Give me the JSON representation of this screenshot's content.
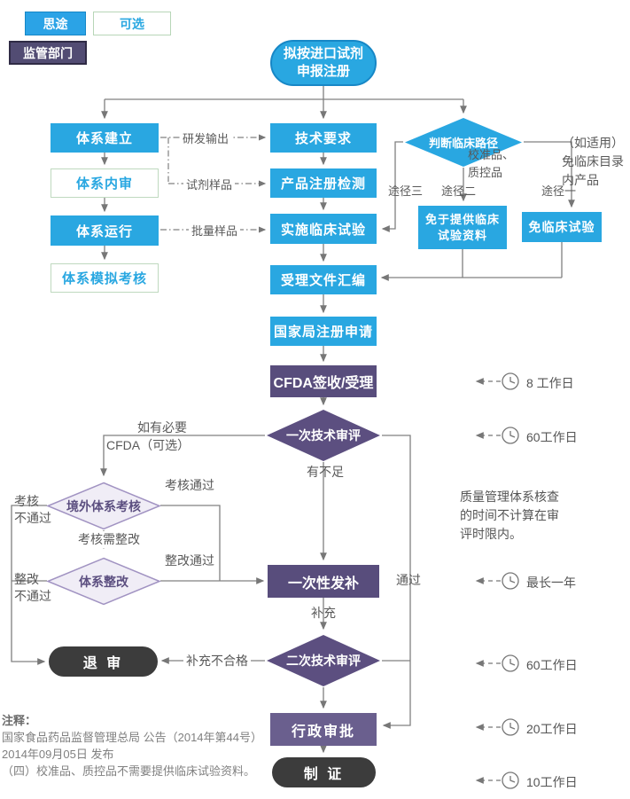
{
  "legend": {
    "situ": "思途",
    "optional": "可选",
    "regulator": "监管部门"
  },
  "nodes": {
    "start_l1": "拟按进口试剂",
    "start_l2": "申报注册",
    "tx_jianli": "体系建立",
    "tx_neishen": "体系内审",
    "tx_yunxing": "体系运行",
    "tx_moni": "体系模拟考核",
    "jishu": "技术要求",
    "jiance": "产品注册检测",
    "shishi": "实施临床试验",
    "shouli": "受理文件汇编",
    "guojiaju": "国家局注册申请",
    "cfda": "CFDA签收/受理",
    "panduan": "判断临床路径",
    "mianyu": "免于提供临床\n试验资料",
    "mianlinchuang": "免临床试验",
    "yici_shenping": "一次技术审评",
    "yicixing_fabu": "一次性发补",
    "erci_shenping": "二次技术审评",
    "xingzheng": "行政审批",
    "zhizheng": "制 证",
    "jingwai": "境外体系考核",
    "tixi_zhenggai": "体系整改",
    "tuishen": "退 审"
  },
  "edge_labels": {
    "yanfa": "研发输出",
    "shiji": "试剂样品",
    "piliang": "批量样品",
    "tujing3": "途径三",
    "tujing2": "途径二",
    "tujing1": "途径一",
    "jiaozhun": "校准品、\n质控品",
    "rushiyong": "（如适用）\n免临床目录\n内产品",
    "ruyou": "如有必要",
    "cfda_opt": "CFDA（可选）",
    "youbuzu": "有不足",
    "kaohe_tg": "考核通过",
    "kaohe_btg": "考核\n不通过",
    "kaohe_xzg": "考核需整改",
    "zhenggai_tg": "整改通过",
    "zhenggai_btg": "整改\n不通过",
    "tongguo": "通过",
    "buchong": "补充",
    "buchong_bhg": "补充不合格"
  },
  "timers": [
    "8 工作日",
    "60工作日",
    "最长一年",
    "60工作日",
    "20工作日",
    "10工作日"
  ],
  "side_note": "质量管理体系核查的时间不计算在审评时限内。",
  "footnote": {
    "title": "注释：",
    "line1": "国家食品药品监督管理总局 公告（2014年第44号）",
    "line2": "2014年09月05日 发布",
    "line3": "（四）校准品、质控品不需要提供临床试验资料。"
  },
  "colors": {
    "blue": "#29A7E1",
    "purple_dark": "#584D7C",
    "purple_mid": "#6A5F8E",
    "diamond_purple": "#5C4F80",
    "lavender_fill": "#F0EDF6",
    "lavender_border": "#A193C2",
    "pill_black": "#3C3C3C",
    "line_gray": "#808080"
  }
}
